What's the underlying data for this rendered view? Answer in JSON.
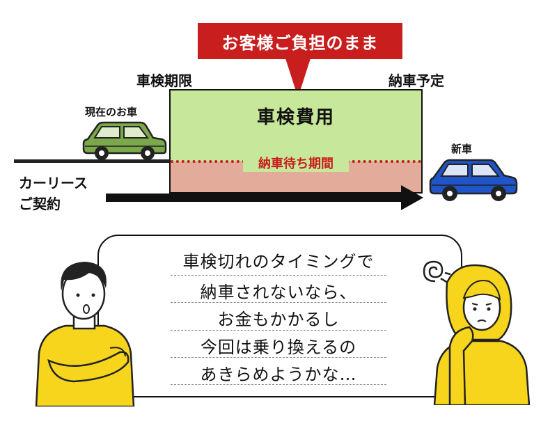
{
  "callout": {
    "text": "お客様ご負担のまま"
  },
  "timeline": {
    "inspection_deadline": "車検期限",
    "delivery_scheduled": "納車予定",
    "current_car": "現在のお車",
    "new_car": "新車",
    "cost_label": "車検費用",
    "waiting_label": "納車待ち期間",
    "lease_line1": "カーリース",
    "lease_line2": "ご契約"
  },
  "speech": {
    "lines": [
      "車検切れのタイミングで",
      "納車されないなら、",
      "お金もかかるし",
      "今回は乗り換えるの",
      "あきらめようかな…"
    ]
  },
  "icons": {
    "current_car": "green-car-icon",
    "new_car": "blue-car-icon",
    "man": "man-arms-crossed-icon",
    "woman": "woman-worried-icon",
    "confusion": "swirl-confusion-icon"
  },
  "colors": {
    "accent_red": "#c81e1e",
    "cost_green": "#c7e79a",
    "wait_pink": "#e2ab9a",
    "current_car_green": "#7aa84a",
    "new_car_blue": "#1f55c8",
    "shirt_yellow": "#f7d51c"
  }
}
